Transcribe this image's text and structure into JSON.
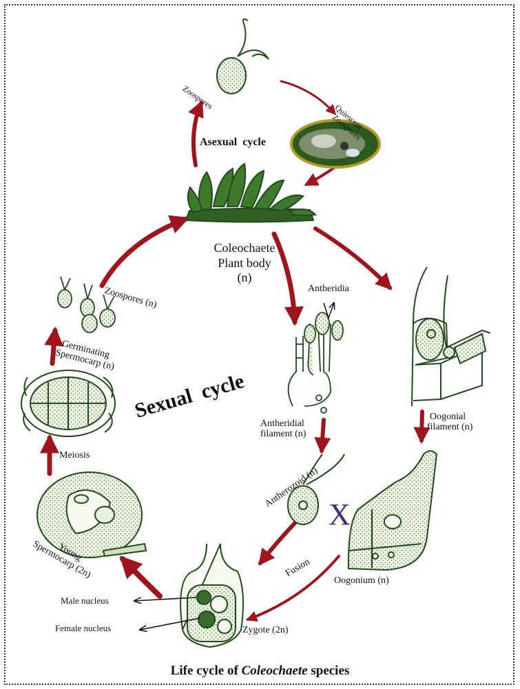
{
  "labels": {
    "zoospores_top": "Zoospores",
    "quiescent_1": "Quiescent",
    "quiescent_2": "Zoospores",
    "asexual_cycle": "Asexual  cycle",
    "plant_body_1": "Coleochaete",
    "plant_body_2": "Plant body",
    "plant_body_3": "(n)",
    "antheridia": "Antheridia",
    "zoospores_n": "Zoospores (n)",
    "germinating_1": "Germinating",
    "germinating_2": "Spermocarp (n)",
    "sexual_cycle": "Sexual  cycle",
    "antheridial_1": "Antheridial",
    "antheridial_2": "filament (n)",
    "oogonial_1": "Oogonial",
    "oogonial_2": "filament (n)",
    "meiosis": "Meiosis",
    "antherozoid": "Antherozoid (n)",
    "cross_mark": "X",
    "young_1": "Young",
    "young_2": "Spermocarp (2n)",
    "fusion": "Fusion",
    "oogonium": "Oogonium (n)",
    "male_nucleus": "Male nucleus",
    "female_nucleus": "Female nucleus",
    "zygote": "Zygote (2n)"
  },
  "caption": {
    "prefix": "Life cycle of ",
    "genus": "Coleochaete",
    "suffix": " species"
  },
  "colors": {
    "arrow": "#a0141c",
    "cell_outline": "#1f4a1a",
    "cell_fill": "#e9f1dd",
    "cross": "#4b2a7d"
  }
}
